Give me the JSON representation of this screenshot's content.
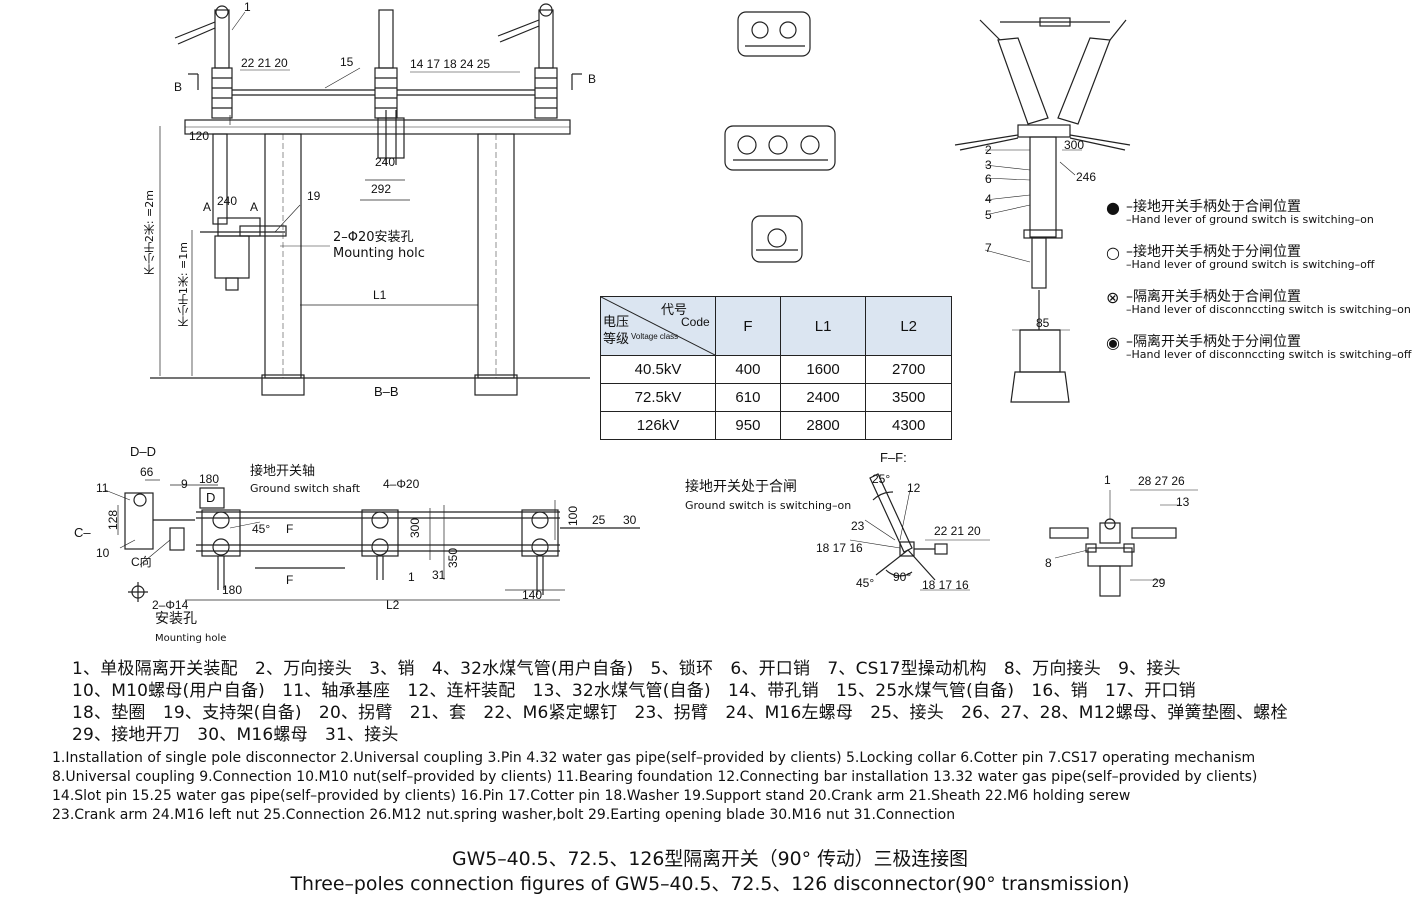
{
  "bb_view": {
    "title": "B–B",
    "section_mark": "B",
    "callouts": [
      "1",
      "22 21 20",
      "15",
      "14 17 18 24 25",
      "120",
      "19",
      "240",
      "292",
      "L1",
      "240"
    ],
    "dim_2m": "不小于2米: =2m",
    "dim_1m": "不小于1米: =1m",
    "mounting_hole_cn": "2–Φ20安装孔",
    "mounting_hole_en": "Mounting holc",
    "a_mark": "A"
  },
  "top_view_labels": [],
  "code_table": {
    "header_code_cn": "代号",
    "header_code_en": "Code",
    "header_voltage_cn": "电压",
    "header_voltage_cn2": "等级",
    "header_voltage_en": "Voltage class",
    "columns": [
      "F",
      "L1",
      "L2"
    ],
    "rows": [
      {
        "voltage": "40.5kV",
        "F": "400",
        "L1": "1600",
        "L2": "2700"
      },
      {
        "voltage": "72.5kV",
        "F": "610",
        "L1": "2400",
        "L2": "3500"
      },
      {
        "voltage": "126kV",
        "F": "950",
        "L1": "2800",
        "L2": "4300"
      }
    ]
  },
  "side_view": {
    "callouts": [
      "2",
      "3",
      "6",
      "4",
      "5",
      "7",
      "85",
      "300",
      "246"
    ]
  },
  "legend": [
    {
      "symbol": "●",
      "cn": "–接地开关手柄处于合闸位置",
      "en": "–Hand lever of ground switch is switching–on"
    },
    {
      "symbol": "○",
      "cn": "–接地开关手柄处于分闸位置",
      "en": "–Hand lever of ground switch is switching–off"
    },
    {
      "symbol": "⊗",
      "cn": "–隔离开关手柄处于合闸位置",
      "en": "–Hand lever of disconnccting switch is switching–on"
    },
    {
      "symbol": "◉",
      "cn": "–隔离开关手柄处于分闸位置",
      "en": "–Hand lever of disconnccting switch is switching–off"
    }
  ],
  "dd_view": {
    "title": "D–D",
    "callouts": [
      "66",
      "11",
      "128",
      "10",
      "9",
      "180",
      "D",
      "45°",
      "F",
      "180",
      "1",
      "31",
      "350",
      "300",
      "100",
      "25",
      "30",
      "140",
      "L2",
      "4–Φ20",
      "C–",
      "C向",
      "2–Φ14"
    ],
    "shaft_cn": "接地开关轴",
    "shaft_en": "Ground switch shaft",
    "mount_cn": "安装孔",
    "mount_en": "Mounting hole"
  },
  "ff_view": {
    "title": "F–F:",
    "state_cn": "接地开关处于合闸",
    "state_en": "Ground switch is switching–on",
    "callouts": [
      "25°",
      "12",
      "23",
      "18 17 16",
      "22 21 20",
      "45°",
      "90°",
      "18 17 16"
    ]
  },
  "detail_view": {
    "callouts": [
      "1",
      "28 27 26",
      "13",
      "8",
      "29"
    ]
  },
  "parts_cn": [
    "1、单极隔离开关装配　2、万向接头　3、销　4、32水煤气管(用户自备)　5、锁环　6、开口销　7、CS17型操动机构　8、万向接头　9、接头",
    "10、M10螺母(用户自备)　11、轴承基座　12、连杆装配　13、32水煤气管(自备)　14、带孔销　15、25水煤气管(自备)　16、销　17、开口销",
    "18、垫圈　19、支持架(自备)　20、拐臂　21、套　22、M6紧定螺钉　23、拐臂　24、M16左螺母　25、接头　26、27、28、M12螺母、弹簧垫圈、螺栓",
    "29、接地开刀　30、M16螺母　31、接头"
  ],
  "parts_en": [
    "1.Installation of single pole disconnector   2.Universal coupling   3.Pin   4.32 water gas pipe(self–provided by clients)   5.Locking collar   6.Cotter pin   7.CS17 operating mechanism",
    "8.Universal coupling   9.Connection   10.M10 nut(self–provided by clients)   11.Bearing foundation   12.Connecting bar installation   13.32 water gas pipe(self–provided by clients)",
    "14.Slot pin   15.25 water gas pipe(self–provided by clients)   16.Pin   17.Cotter pin   18.Washer   19.Support stand   20.Crank arm   21.Sheath   22.M6 holding serew",
    "23.Crank arm   24.M16 left nut   25.Connection   26.M12 nut.spring washer,bolt   29.Earting opening blade   30.M16 nut   31.Connection"
  ],
  "caption_cn": "GW5–40.5、72.5、126型隔离开关（90° 传动）三极连接图",
  "caption_en": "Three–poles connection figures of GW5–40.5、72.5、126 disconnector(90°  transmission)"
}
